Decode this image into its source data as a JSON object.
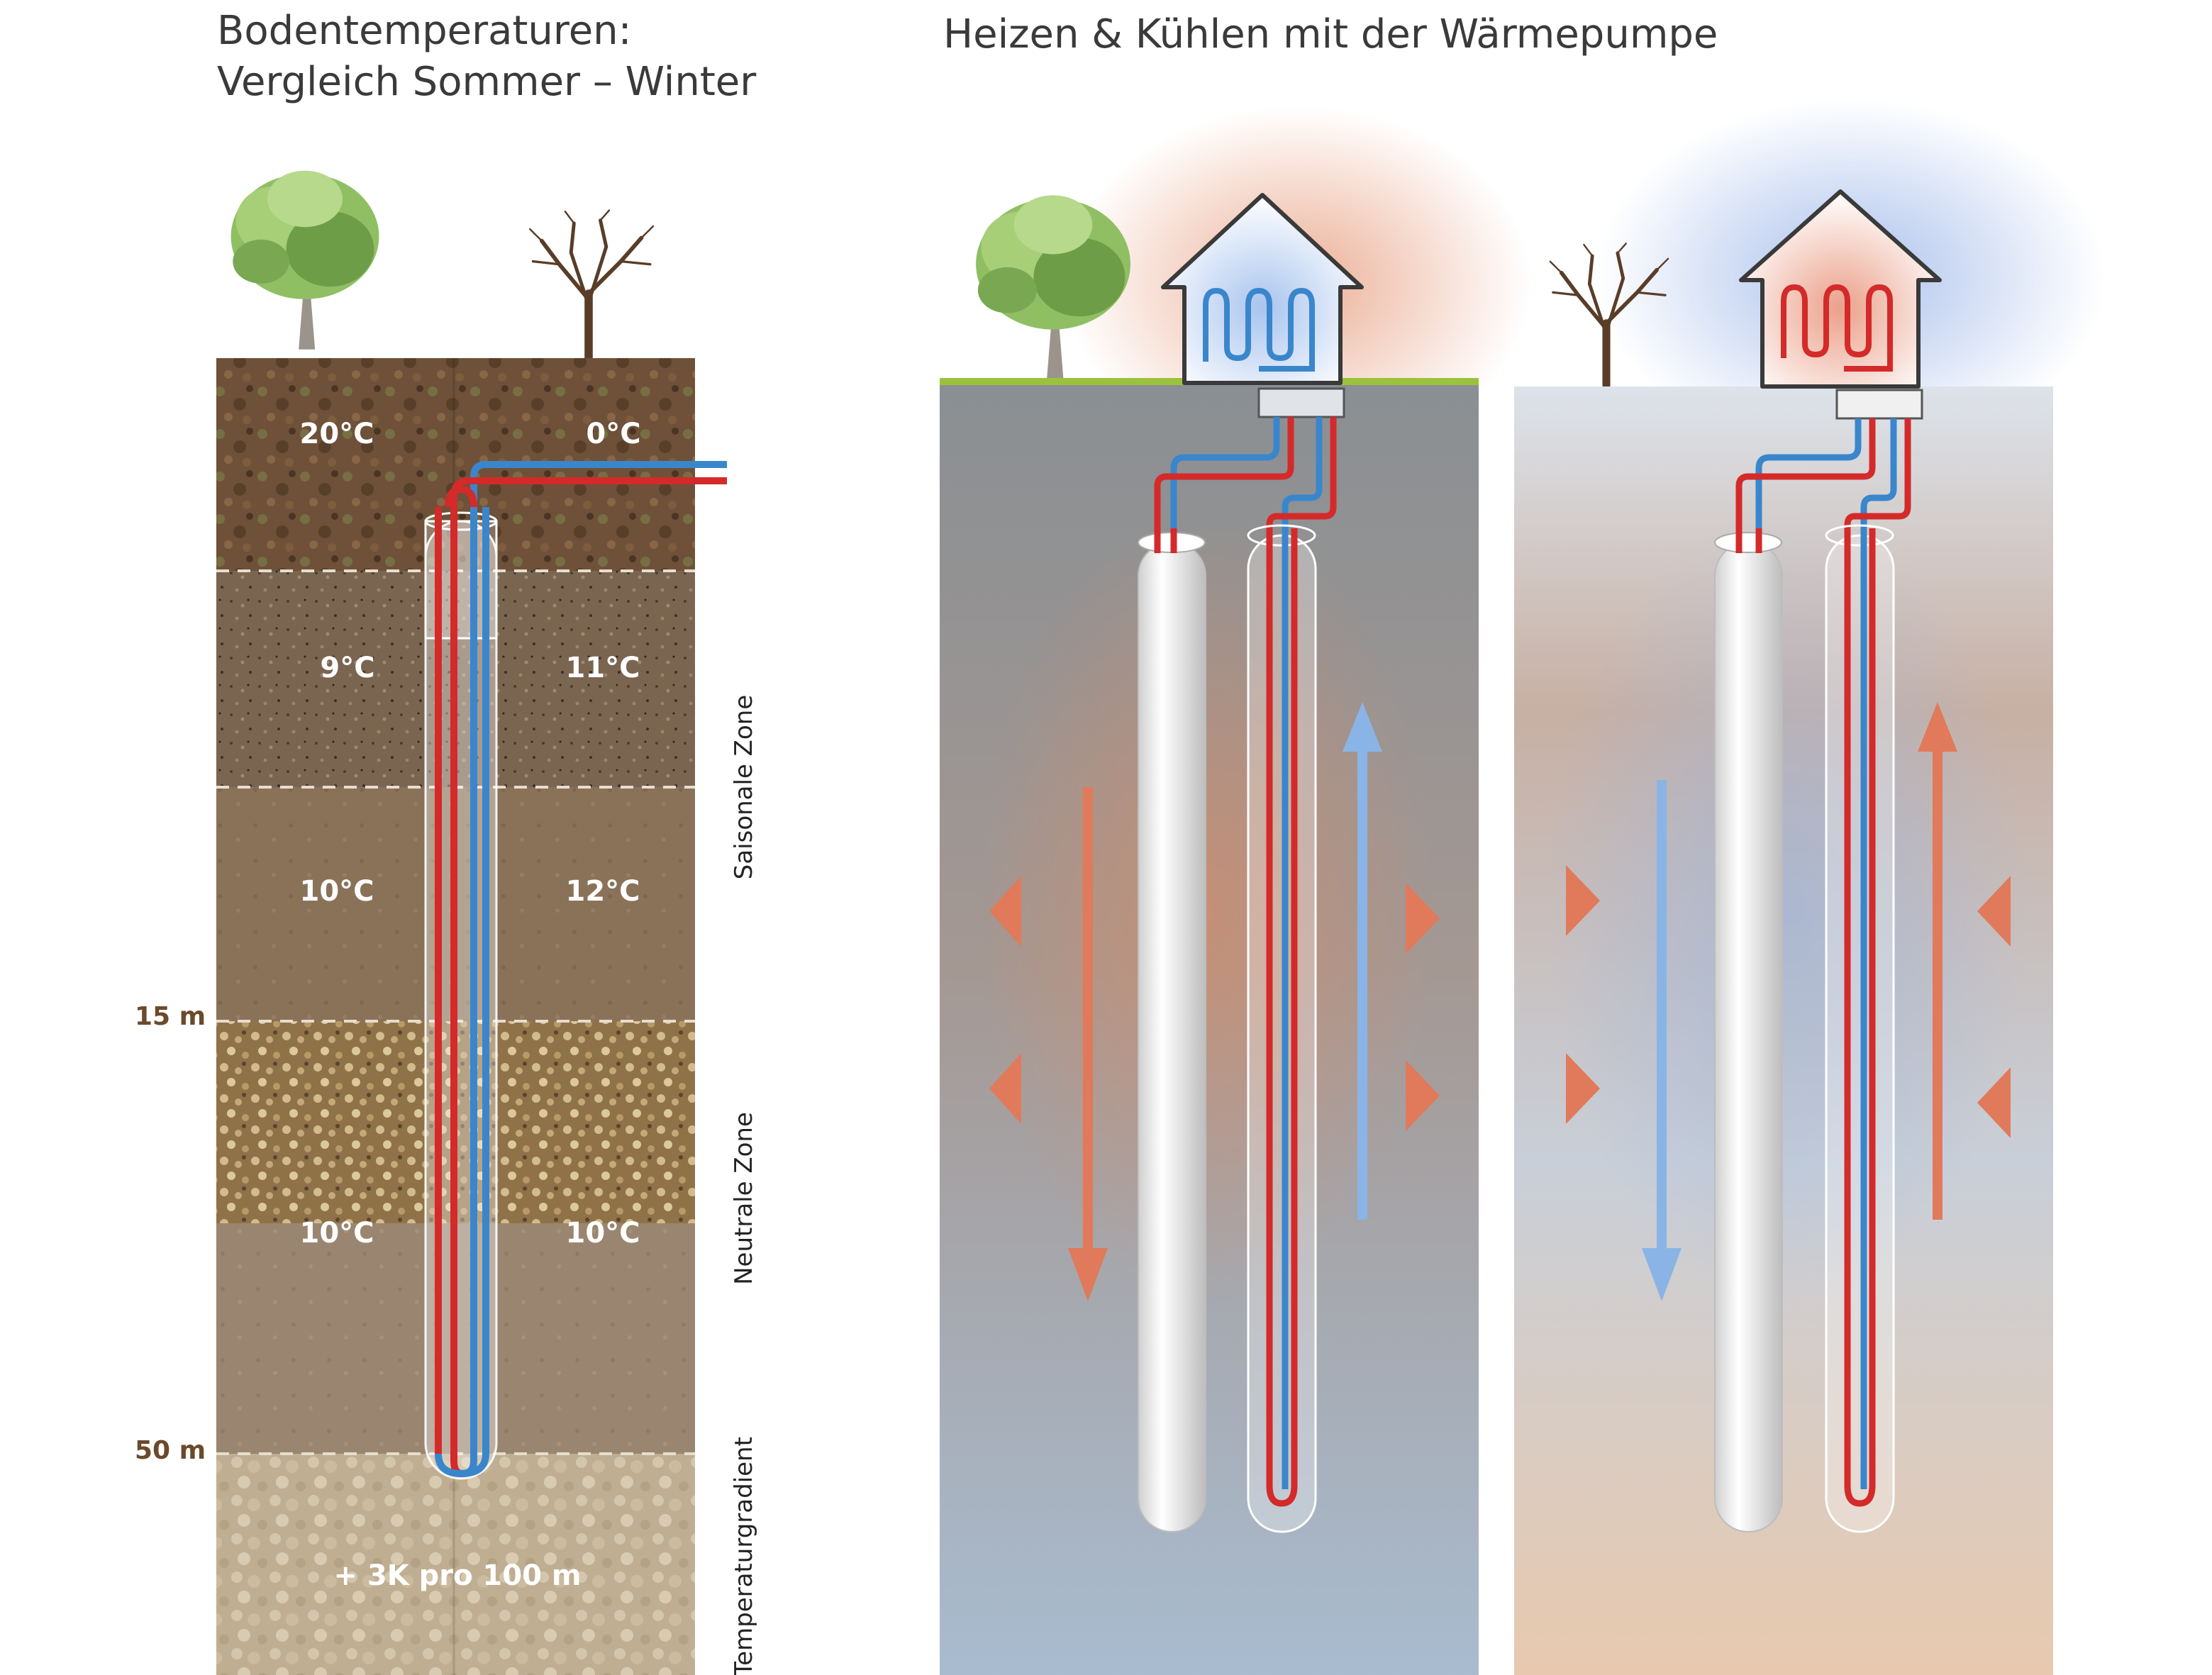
{
  "titles": {
    "left_line1": "Bodentemperaturen:",
    "left_line2": "Vergleich Sommer – Winter",
    "right": "Heizen & Kühlen mit der Wärmepumpe"
  },
  "soil_temperatures": {
    "summer": [
      "20°C",
      "9°C",
      "10°C",
      "10°C"
    ],
    "winter": [
      "0°C",
      "11°C",
      "12°C",
      "10°C"
    ],
    "gradient": "+ 3K pro 100 m"
  },
  "depth_markers": [
    "15 m",
    "50 m"
  ],
  "zones": [
    "Saisonale Zone",
    "Neutrale Zone",
    "Temperaturgradient"
  ],
  "colors": {
    "pipe_hot": "#d42a2a",
    "pipe_cold": "#3a86cc",
    "arrow_warm": "#e07a5a",
    "arrow_cool": "#8ab4e6",
    "grass": "#9bc23c"
  },
  "icons": [
    "deciduous-tree-icon",
    "bare-tree-icon",
    "house-icon",
    "heat-pump-icon",
    "borehole-probe-icon"
  ]
}
